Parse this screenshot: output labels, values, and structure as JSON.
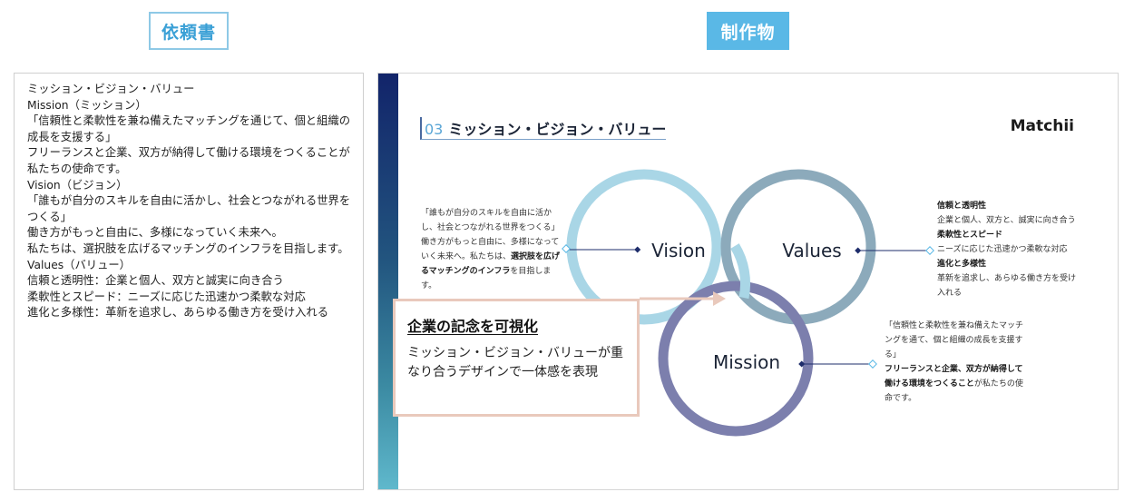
{
  "tags": {
    "request": "依頼書",
    "product": "制作物"
  },
  "brief": {
    "lines": [
      "ミッション・ビジョン・バリュー",
      "Mission（ミッション）",
      "「信頼性と柔軟性を兼ね備えたマッチングを通じて、個と組織の成長を支援する」",
      "フリーランスと企業、双方が納得して働ける環境をつくることが私たちの使命です。",
      "Vision（ビジョン）",
      "「誰もが自分のスキルを自由に活かし、社会とつながれる世界をつくる」",
      "働き方がもっと自由に、多様になっていく未来へ。",
      "私たちは、選択肢を広げるマッチングのインフラを目指します。",
      "Values（バリュー）",
      "信頼と透明性：企業と個人、双方と誠実に向き合う",
      "柔軟性とスピード：ニーズに応じた迅速かつ柔軟な対応",
      "進化と多様性：革新を追求し、あらゆる働き方を受け入れる"
    ]
  },
  "slide": {
    "number": "03",
    "title": "ミッション・ビジョン・バリュー",
    "brand": "Matchii",
    "circles": {
      "vision": "Vision",
      "values": "Values",
      "mission": "Mission"
    },
    "vision_desc": {
      "text1": "「誰もが自分のスキルを自由に活かし、社会とつながれる世界をつくる」働き方がもっと自由に、多様になっていく未来へ。私たちは、",
      "bold": "選択肢を広げるマッチングのインフラ",
      "text2": "を目指します。"
    },
    "values_desc": {
      "h1": "信頼と透明性",
      "t1": "企業と個人、双方と、誠実に向き合う",
      "h2": "柔軟性とスピード",
      "t2": "ニーズに応じた迅速かつ柔軟な対応",
      "h3": "進化と多様性",
      "t3": "革新を追求し、あらゆる働き方を受け入れる"
    },
    "mission_desc": {
      "text1": "「信頼性と柔軟性を兼ね備えたマッチングを通て、個と組織の成長を支援する」",
      "bold1": "フリーランスと企業、双方が納得して働ける環境をつくること",
      "text2": "が私たちの使命です。"
    }
  },
  "callout": {
    "title": "企業の記念を可視化",
    "body": "ミッション・ビジョン・バリューが重なり合うデザインで一体感を表現"
  },
  "colors": {
    "vision_ring": "#a9d6e6",
    "values_ring": "#8caabb",
    "mission_ring": "#7c7fad",
    "connector": "#1e2d6b",
    "accent": "#5ab8e6",
    "callout_border": "#e9c9bc"
  }
}
